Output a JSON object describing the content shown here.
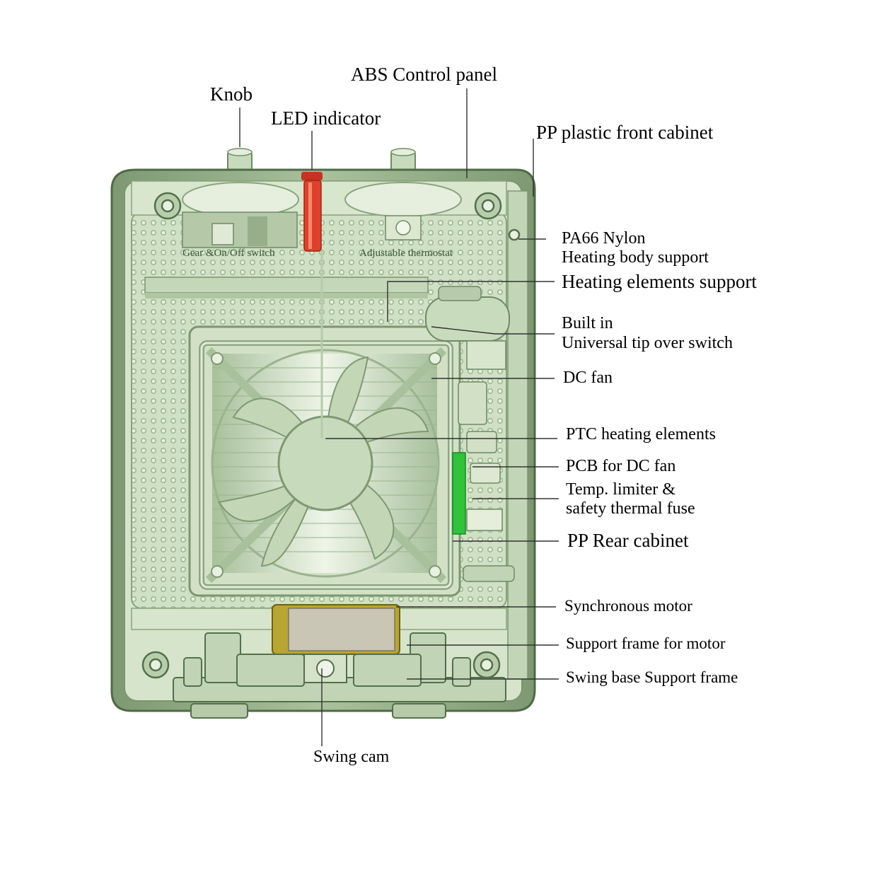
{
  "labels": {
    "knob": "Knob",
    "abs_control_panel": "ABS Control panel",
    "led_indicator": "LED indicator",
    "pp_front_cabinet": "PP plastic front cabinet",
    "pa66_line1": "PA66 Nylon",
    "pa66_line2": "Heating body support",
    "heating_elements_support": "Heating elements support",
    "tip_over_line1": "Built in",
    "tip_over_line2": "Universal tip over switch",
    "dc_fan": "DC fan",
    "ptc_heating": "PTC heating elements",
    "pcb_dc_fan": "PCB for DC fan",
    "temp_limiter_line1": "Temp. limiter &",
    "temp_limiter_line2": "safety thermal fuse",
    "pp_rear_cabinet": "PP Rear cabinet",
    "synchronous_motor": "Synchronous motor",
    "support_frame_motor": "Support frame for motor",
    "swing_base_support": "Swing base Support frame",
    "swing_cam": "Swing cam"
  },
  "inner_labels": {
    "gear_switch": "Gear &On/Off switch",
    "thermostat": "Adjustable thermostat"
  },
  "colors": {
    "body": "#cfe0c4",
    "body_dark": "#6f8a64",
    "led": "#e0402a",
    "pcb": "#2fc23a",
    "motor": "#b8a532",
    "leader": "#333333"
  }
}
